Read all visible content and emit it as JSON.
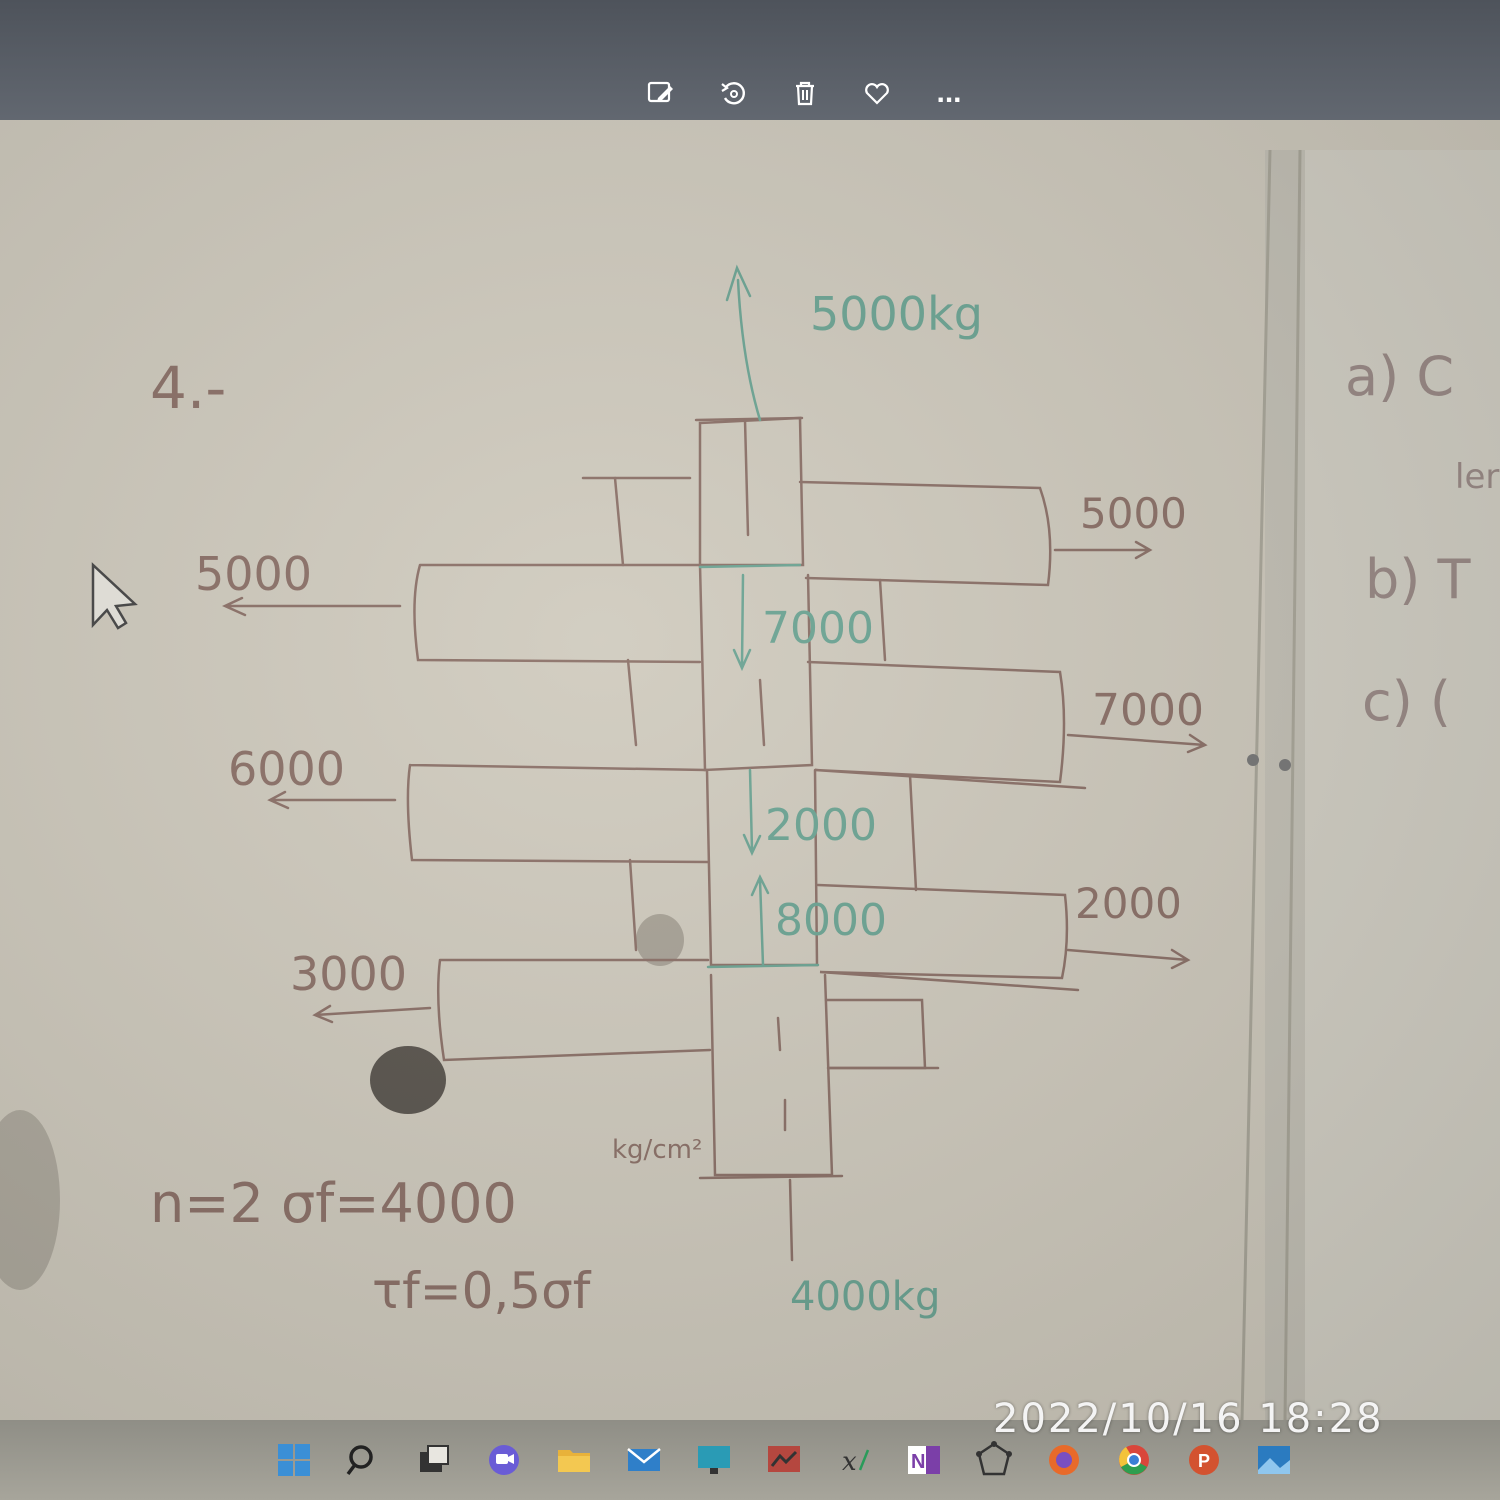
{
  "toolbar": {
    "items": [
      {
        "name": "edit-image-icon"
      },
      {
        "name": "rotate-icon"
      },
      {
        "name": "delete-icon"
      },
      {
        "name": "favorite-heart-icon"
      },
      {
        "name": "more-options-icon",
        "label": "..."
      }
    ]
  },
  "sheet": {
    "problem_number": "4.-",
    "top_load": "5000kg",
    "bottom_load": "4000kg",
    "left_forces": [
      "5000",
      "6000",
      "3000"
    ],
    "right_forces": [
      "5000",
      "7000",
      "2000"
    ],
    "internal_forces": [
      "7000",
      "2000",
      "8000"
    ],
    "eq1": "n=2  σf=4000",
    "eq1_unit": "kg/cm²",
    "eq2": "τf=0,5σf"
  },
  "side_panel": {
    "items": [
      "a) C",
      "b) T",
      "c) ("
    ],
    "fragment": "ler"
  },
  "timestamp": "2022/10/16 18:28",
  "taskbar": {
    "icons": [
      "start-icon",
      "search-icon",
      "task-view-icon",
      "chat-icon",
      "file-explorer-icon",
      "mail-icon",
      "remote-desktop-icon",
      "photo-app-icon",
      "math-app-icon",
      "onenote-icon",
      "network-app-icon",
      "firefox-icon",
      "chrome-icon",
      "powerpoint-icon",
      "photos-icon"
    ]
  },
  "colors": {
    "pencil": "#8a6f66",
    "green_ink": "#6aa392",
    "board": "#cfcabd",
    "taskbar": "#9c9a91"
  }
}
